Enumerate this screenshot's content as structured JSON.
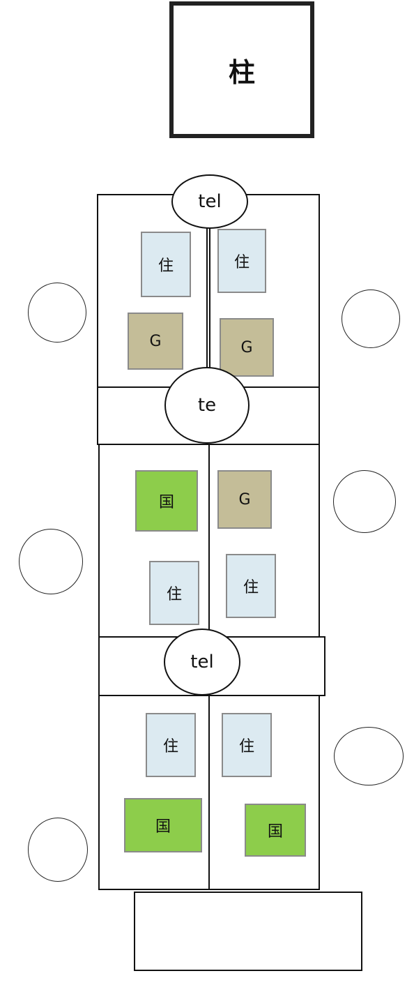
{
  "pillar": {
    "label": "柱"
  },
  "phones": [
    {
      "label": "tel"
    },
    {
      "label": "te"
    },
    {
      "label": "tel"
    }
  ],
  "tiles": [
    {
      "label": "住",
      "kind": "ju"
    },
    {
      "label": "住",
      "kind": "ju"
    },
    {
      "label": "G",
      "kind": "g"
    },
    {
      "label": "G",
      "kind": "g"
    },
    {
      "label": "国",
      "kind": "kuni"
    },
    {
      "label": "G",
      "kind": "g"
    },
    {
      "label": "住",
      "kind": "ju"
    },
    {
      "label": "住",
      "kind": "ju"
    },
    {
      "label": "住",
      "kind": "ju"
    },
    {
      "label": "住",
      "kind": "ju"
    },
    {
      "label": "国",
      "kind": "kuni"
    },
    {
      "label": "国",
      "kind": "kuni"
    }
  ],
  "colors": {
    "ju": "#dceaf1",
    "g": "#c4bd98",
    "kuni": "#8dcd4b",
    "line": "#111111"
  }
}
